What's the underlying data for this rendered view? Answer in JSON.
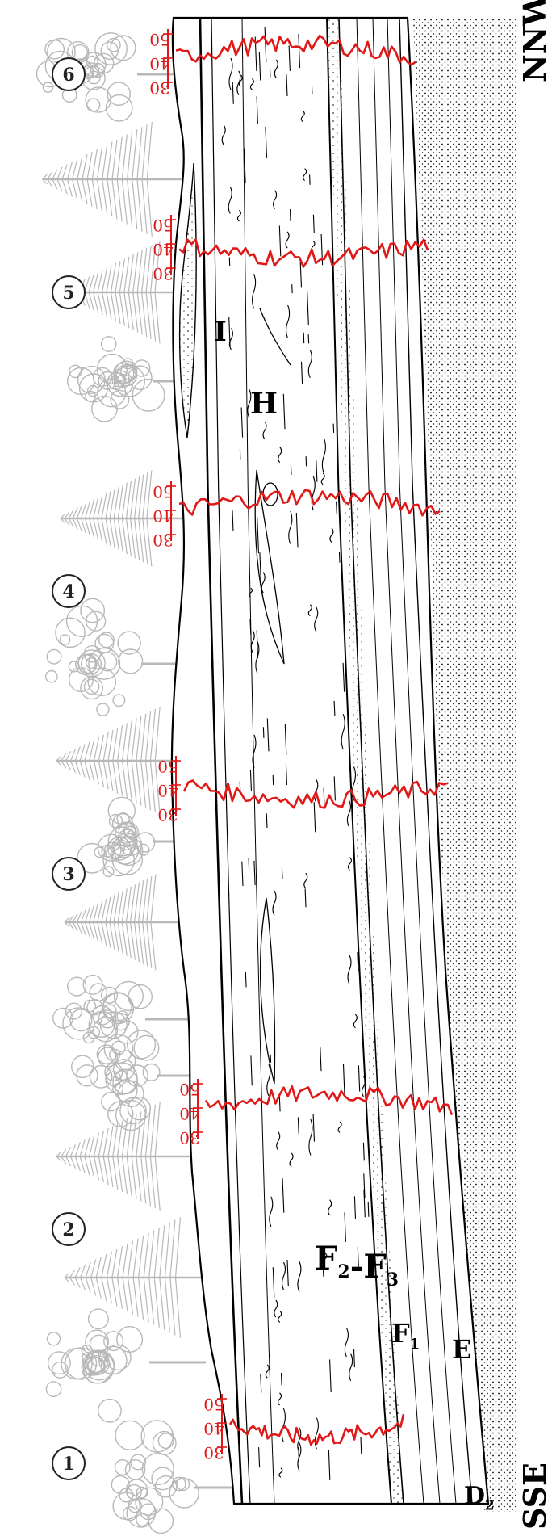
{
  "directions": {
    "left": "SSE",
    "right": "NNW"
  },
  "units": [
    {
      "key": "D2",
      "base": "D",
      "sub": "2"
    },
    {
      "key": "E",
      "base": "E",
      "sub": ""
    },
    {
      "key": "F1",
      "base": "F",
      "sub": "1"
    },
    {
      "key": "F2F3",
      "base": "F",
      "sub": "2",
      "mid": "-F",
      "sub2": "3"
    },
    {
      "key": "H",
      "base": "H",
      "sub": ""
    },
    {
      "key": "I",
      "base": "I",
      "sub": ""
    }
  ],
  "profiles": [
    {
      "id": "1",
      "scale": [
        "30",
        "40",
        "50"
      ]
    },
    {
      "id": "2",
      "scale": [
        "30",
        "40",
        "50"
      ]
    },
    {
      "id": "3",
      "scale": [
        "30",
        "40",
        "50"
      ]
    },
    {
      "id": "4",
      "scale": [
        "30",
        "40",
        "50"
      ]
    },
    {
      "id": "5",
      "scale": [
        "30",
        "40",
        "50"
      ]
    },
    {
      "id": "6",
      "scale": [
        "30",
        "40",
        "50"
      ]
    }
  ],
  "colors": {
    "curve": "#e01818",
    "trees": "#b8b8b8",
    "ink": "#000000"
  }
}
